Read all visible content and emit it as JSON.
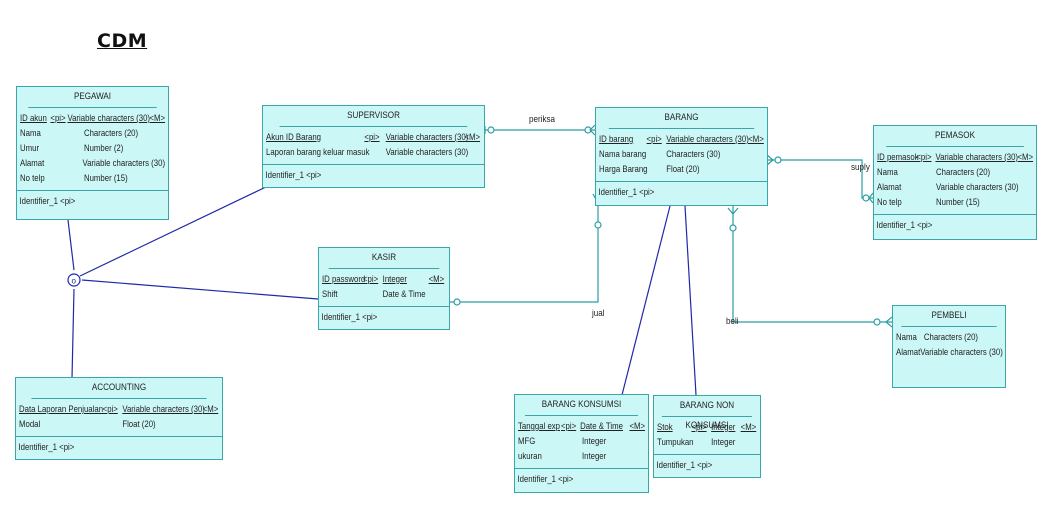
{
  "title": "CDM",
  "entities": {
    "pegawai": {
      "name": "PEGAWAI",
      "attributes": [
        {
          "name": "ID akun",
          "pi": "<pi>",
          "type": "Variable characters (30)",
          "m": "<M>"
        },
        {
          "name": "Nama",
          "pi": "",
          "type": "Characters (20)",
          "m": ""
        },
        {
          "name": "Umur",
          "pi": "",
          "type": "Number (2)",
          "m": ""
        },
        {
          "name": "Alamat",
          "pi": "",
          "type": "Variable characters (30)",
          "m": ""
        },
        {
          "name": "No telp",
          "pi": "",
          "type": "Number (15)",
          "m": ""
        }
      ],
      "identifier": "Identifier_1  <pi>"
    },
    "supervisor": {
      "name": "SUPERVISOR",
      "attributes": [
        {
          "name": "Akun ID Barang",
          "pi": "<pi>",
          "type": "Variable characters (30)",
          "m": "<M>"
        },
        {
          "name": "Laporan barang keluar masuk",
          "pi": "",
          "type": "Variable characters (30)",
          "m": ""
        }
      ],
      "identifier": "Identifier_1  <pi>"
    },
    "barang": {
      "name": "BARANG",
      "attributes": [
        {
          "name": "ID barang",
          "pi": "<pi>",
          "type": "Variable characters (30)",
          "m": "<M>"
        },
        {
          "name": "Nama barang",
          "pi": "",
          "type": "Characters (30)",
          "m": ""
        },
        {
          "name": "Harga Barang",
          "pi": "",
          "type": "Float (20)",
          "m": ""
        }
      ],
      "identifier": "Identifier_1  <pi>"
    },
    "pemasok": {
      "name": "PEMASOK",
      "attributes": [
        {
          "name": "ID pemasok",
          "pi": "<pi>",
          "type": "Variable characters (30)",
          "m": "<M>"
        },
        {
          "name": "Nama",
          "pi": "",
          "type": "Characters (20)",
          "m": ""
        },
        {
          "name": "Alamat",
          "pi": "",
          "type": "Variable characters (30)",
          "m": ""
        },
        {
          "name": "No telp",
          "pi": "",
          "type": "Number (15)",
          "m": ""
        }
      ],
      "identifier": "Identifier_1  <pi>"
    },
    "kasir": {
      "name": "KASIR",
      "attributes": [
        {
          "name": "ID password",
          "pi": "<pi>",
          "type": "Integer",
          "m": "<M>"
        },
        {
          "name": "Shift",
          "pi": "",
          "type": "Date & Time",
          "m": ""
        }
      ],
      "identifier": "Identifier_1  <pi>"
    },
    "accounting": {
      "name": "ACCOUNTING",
      "attributes": [
        {
          "name": "Data Laporan Penjualan",
          "pi": "<pi>",
          "type": "Variable characters (30)",
          "m": "<M>"
        },
        {
          "name": "Modal",
          "pi": "",
          "type": "Float (20)",
          "m": ""
        }
      ],
      "identifier": "Identifier_1  <pi>"
    },
    "pembeli": {
      "name": "PEMBELI",
      "attributes": [
        {
          "name": "Nama",
          "pi": "",
          "type": "Characters (20)",
          "m": ""
        },
        {
          "name": "Alamat",
          "pi": "",
          "type": "Variable characters (30)",
          "m": ""
        }
      ],
      "identifier": ""
    },
    "barang_konsumsi": {
      "name": "BARANG KONSUMSI",
      "attributes": [
        {
          "name": "Tanggal exp",
          "pi": "<pi>",
          "type": "Date & Time",
          "m": "<M>"
        },
        {
          "name": "MFG",
          "pi": "",
          "type": "Integer",
          "m": ""
        },
        {
          "name": "ukuran",
          "pi": "",
          "type": "Integer",
          "m": ""
        }
      ],
      "identifier": "Identifier_1  <pi>"
    },
    "barang_non_konsumsi": {
      "name": "BARANG NON KONSUMSI",
      "attributes": [
        {
          "name": "Stok",
          "pi": "<pi>",
          "type": "Integer",
          "m": "<M>"
        },
        {
          "name": "Tumpukan",
          "pi": "",
          "type": "Integer",
          "m": ""
        }
      ],
      "identifier": "Identifier_1  <pi>"
    }
  },
  "relationships": {
    "periksa": "periksa",
    "suply": "suply",
    "jual": "jual",
    "beli": "beli"
  },
  "colors": {
    "entity_fill": "#ccf7f7",
    "entity_border": "#3aa6aa",
    "inheritance_line": "#1e2aa8"
  }
}
